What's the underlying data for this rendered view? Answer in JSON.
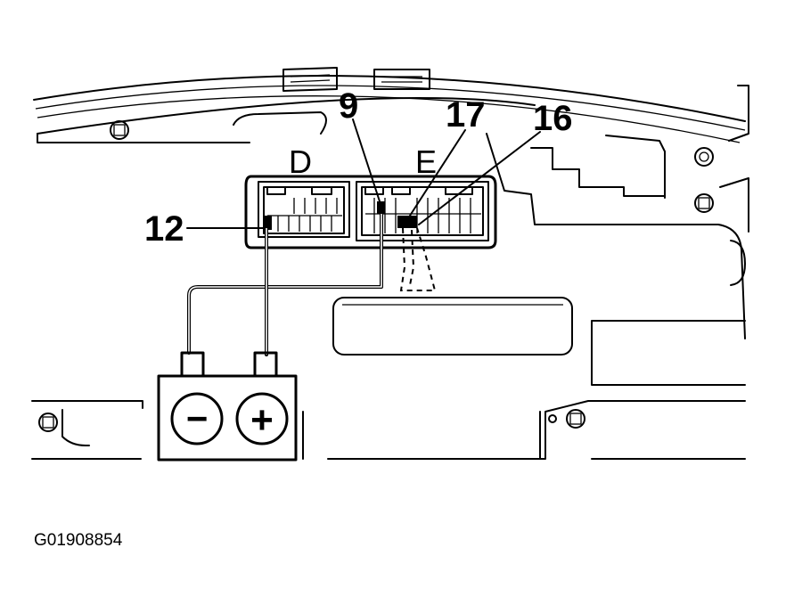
{
  "diagram": {
    "connectors": [
      {
        "id": "D",
        "label": "D"
      },
      {
        "id": "E",
        "label": "E"
      }
    ],
    "callouts": [
      {
        "connector": "D",
        "pin": "12"
      },
      {
        "connector": "E",
        "pin": "9"
      },
      {
        "connector": "E",
        "pin": "17"
      },
      {
        "connector": "E",
        "pin": "16"
      }
    ],
    "meter": {
      "negative_symbol": "−",
      "positive_symbol": "+"
    },
    "figure_code": "G01908854"
  }
}
